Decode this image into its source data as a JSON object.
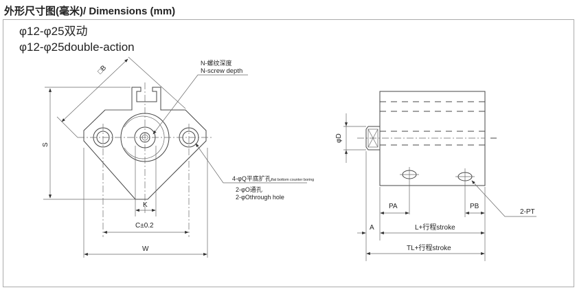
{
  "title": "外形尺寸图(毫米)/ Dimensions (mm)",
  "subtitle": {
    "line1": "φ12-φ25双动",
    "line2": "φ12-φ25double-action"
  },
  "front_view": {
    "square_b": "□B",
    "s_label": "S",
    "k_label": "K",
    "c_label": "C±0.2",
    "w_label": "W",
    "screw_cn": "N-螺纹深度",
    "screw_en": "N-screw depth",
    "counter_boring_cn": "4-φQ平底扩孔",
    "counter_boring_en": "flat bottom counter boring",
    "through_hole_cn": "2-φO通孔",
    "through_hole_en": "2-φOthrough hole"
  },
  "side_view": {
    "d_label": "φD",
    "pa_label": "PA",
    "pb_label": "PB",
    "pt_label": "2-PT",
    "a_label": "A",
    "l_label": "L+行程stroke",
    "tl_label": "TL+行程stroke"
  }
}
